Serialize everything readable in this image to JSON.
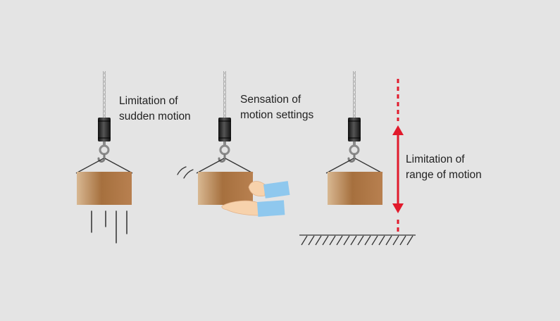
{
  "colors": {
    "background": "#e4e4e4",
    "box_dark": "#a6703e",
    "box_light": "#d8b892",
    "arrow": "#e11a2c",
    "hand_skin": "#f7d2ac",
    "sleeve": "#8fc8ee",
    "hoist_body": "#1e1e1e",
    "chain": "#9a9a9a"
  },
  "panels": [
    {
      "id": "sudden-motion",
      "label_line1": "Limitation of",
      "label_line2": "sudden motion",
      "icons": [
        "hoist-icon",
        "hook-icon",
        "box-icon",
        "falling-lines-icon"
      ]
    },
    {
      "id": "motion-settings",
      "label_line1": "Sensation of",
      "label_line2": "motion settings",
      "icons": [
        "hoist-icon",
        "hook-icon",
        "box-icon",
        "hands-icon",
        "motion-lines-icon"
      ]
    },
    {
      "id": "range-of-motion",
      "label_line1": "Limitation of",
      "label_line2": "range of motion",
      "icons": [
        "hoist-icon",
        "hook-icon",
        "box-icon",
        "range-arrow-icon",
        "ground-icon"
      ]
    }
  ]
}
